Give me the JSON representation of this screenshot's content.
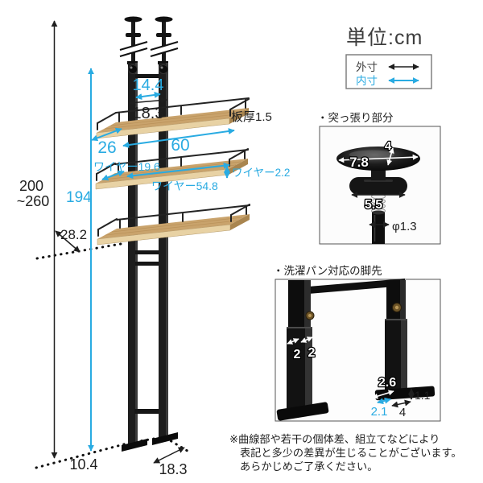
{
  "unit": {
    "label": "単位:cm"
  },
  "legend": {
    "outer": "外寸",
    "inner": "内寸"
  },
  "colors": {
    "accent_blue": "#29abe2",
    "ink": "#1f1f1f",
    "wood_top": "#c9a36c",
    "wood_edge": "#e8d2a4",
    "frame_black": "#1d1d1d"
  },
  "main": {
    "inner_width": "14.4",
    "outer_width": "18.3",
    "board_thickness": "板厚1.5",
    "shelf_width": "60",
    "shelf_depth": "26",
    "wire_depth": "ワイヤー19.6",
    "wire_height": "ワイヤー2.2",
    "wire_width": "ワイヤー54.8",
    "total_height_1": "200",
    "total_height_2": "~260",
    "frame_height": "194",
    "depth": "28.2",
    "base_offset": "10.4",
    "base_depth": "18.3"
  },
  "tension": {
    "heading": "・突っ張り部分",
    "pad_width": "7.8",
    "pad_depth": "4",
    "knob_width": "5.5",
    "pole_dia": "φ1.3"
  },
  "feet": {
    "heading": "・洗濯パン対応の脚先",
    "leg_w": "2",
    "leg_d": "2",
    "foot_front": "2.6",
    "foot_height": "1.1",
    "foot_inner": "2.1",
    "foot_length": "4"
  },
  "note": {
    "l1": "※曲線部や若干の個体差、組立てなどにより",
    "l2": "表記と多少の差異が生じることがございます。",
    "l3": "あらかじめご了承ください。"
  }
}
